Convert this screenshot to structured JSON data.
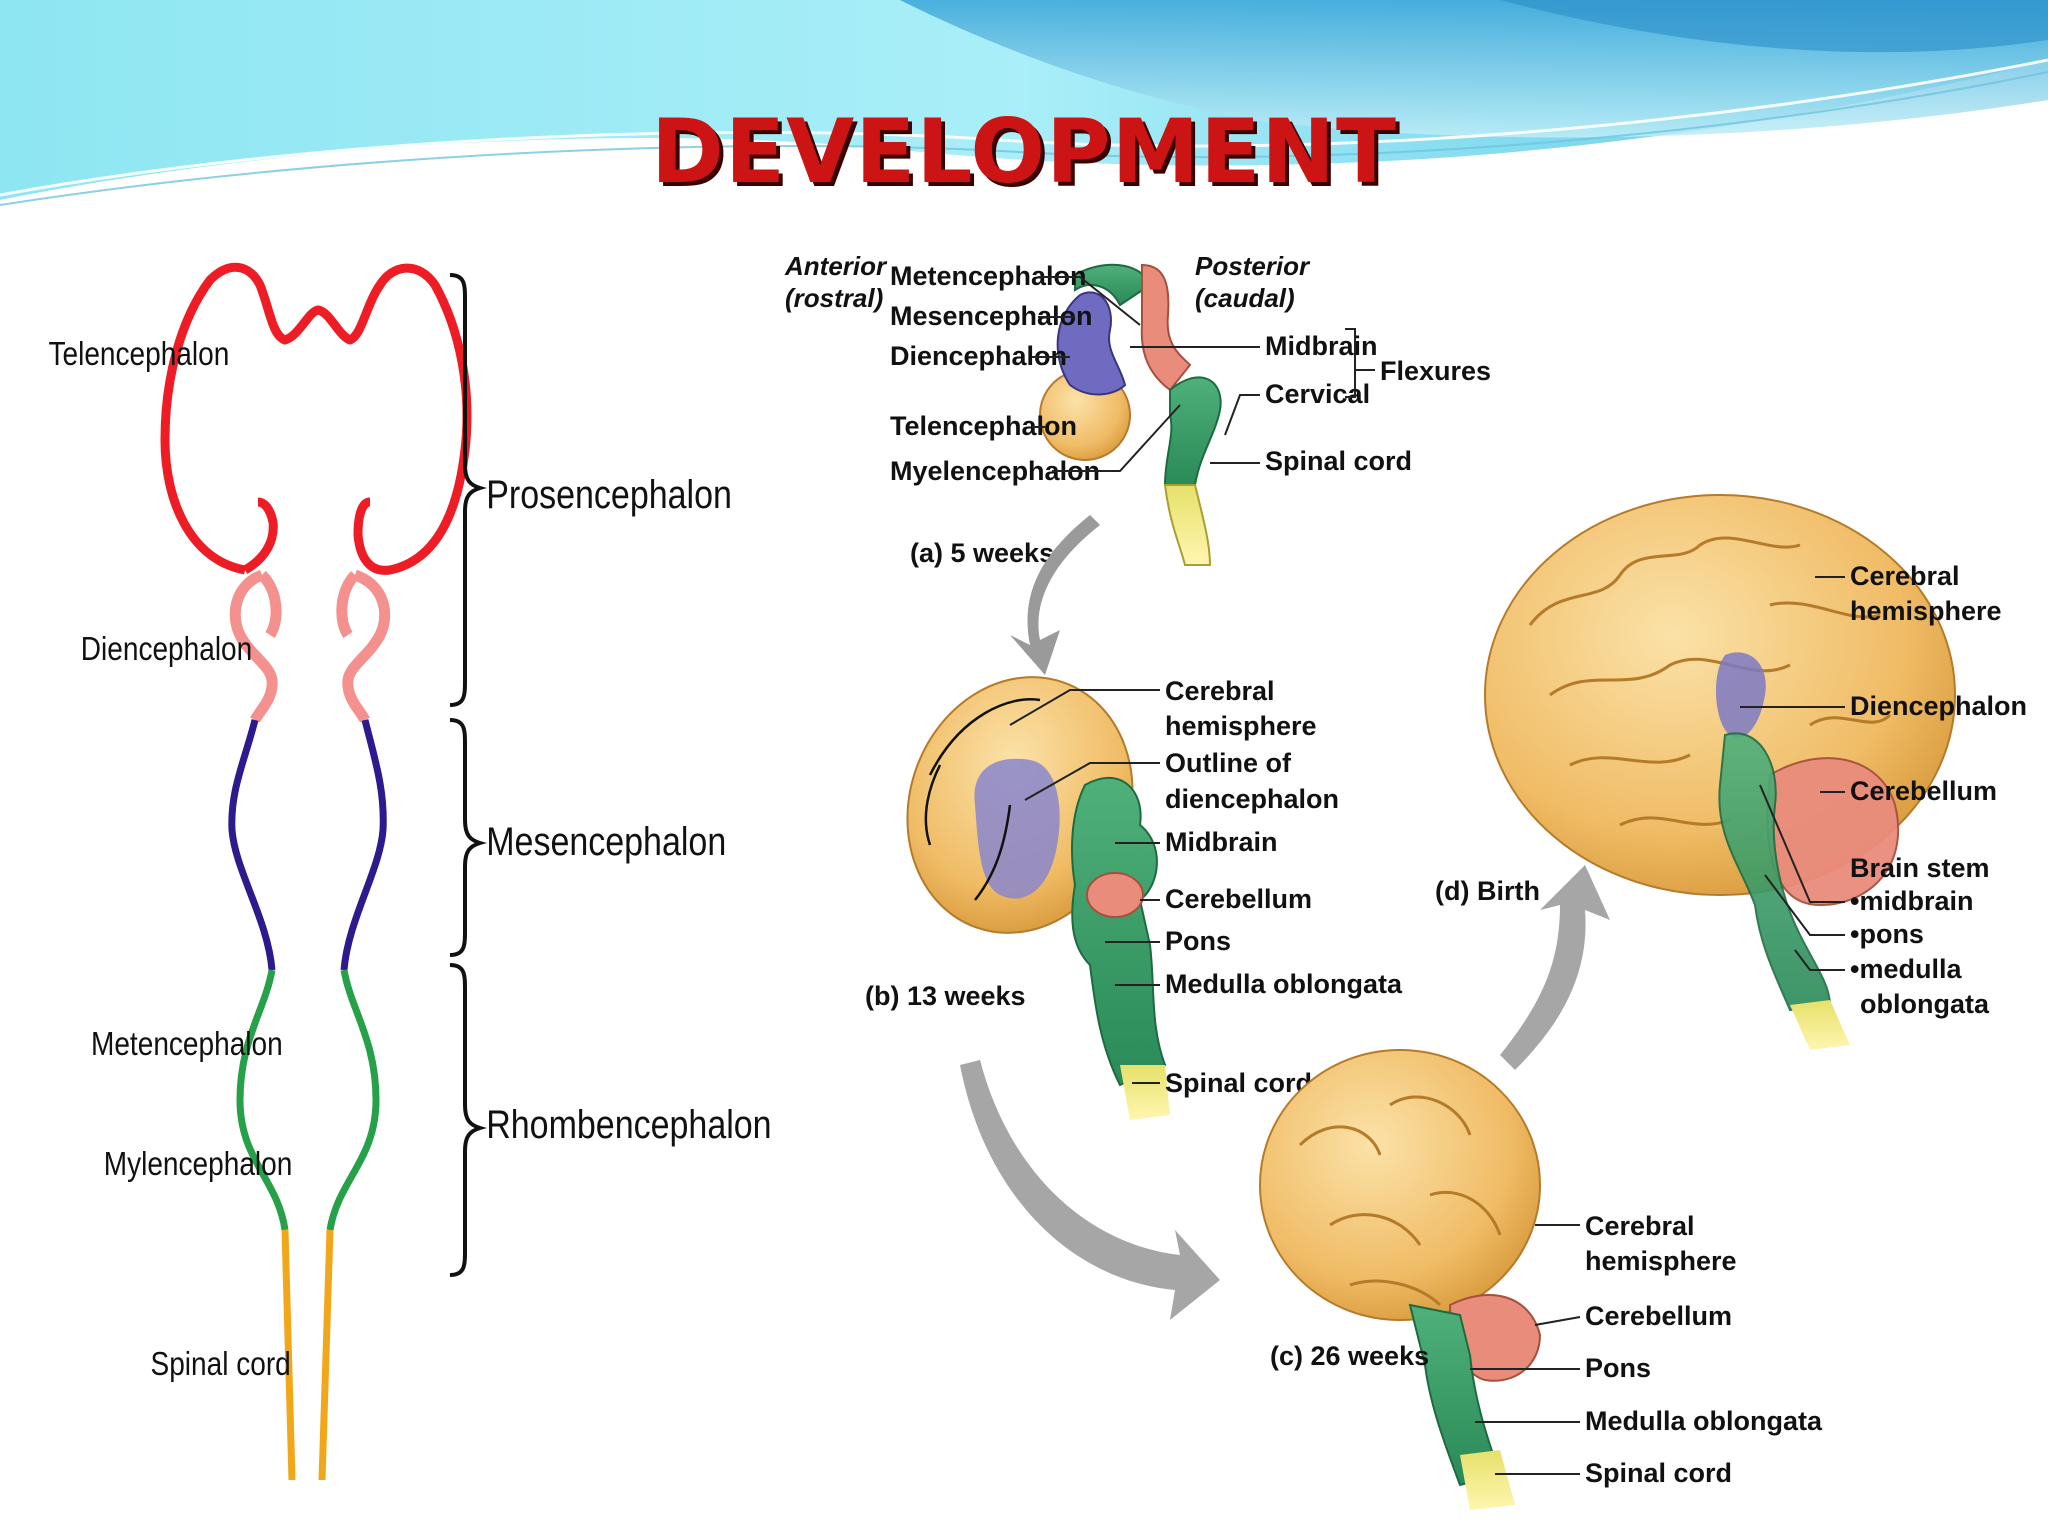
{
  "title": "DEVELOPMENT",
  "colors": {
    "title": "#cc1414",
    "telencephalon": "#ee1c24",
    "diencephalon": "#f4908e",
    "mesencephalon": "#2e1a8c",
    "rhombencephalon": "#27a04a",
    "spinal_cord": "#f2a71b"
  },
  "left_diagram": {
    "labels": {
      "telencephalon": "Telencephalon",
      "diencephalon": "Diencephalon",
      "metencephalon": "Metencephalon",
      "mylencephalon": "Mylencephalon",
      "spinal_cord": "Spinal cord"
    },
    "brace_labels": {
      "prosencephalon": "Prosencephalon",
      "mesencephalon": "Mesencephalon",
      "rhombencephalon": "Rhombencephalon"
    }
  },
  "right_diagram": {
    "a": {
      "caption": "(a) 5 weeks",
      "anterior": "Anterior",
      "rostral": "(rostral)",
      "posterior": "Posterior",
      "caudal": "(caudal)",
      "left_labels": [
        "Metencephalon",
        "Mesencephalon",
        "Diencephalon",
        "Telencephalon",
        "Myelencephalon"
      ],
      "right_labels": [
        "Midbrain",
        "Cervical",
        "Spinal cord"
      ],
      "flexures": "Flexures"
    },
    "b": {
      "caption": "(b) 13 weeks",
      "labels": [
        "Cerebral",
        "hemisphere",
        "Outline of",
        "diencephalon",
        "Midbrain",
        "Cerebellum",
        "Pons",
        "Medulla oblongata",
        "Spinal cord"
      ]
    },
    "c": {
      "caption": "(c) 26 weeks",
      "labels": [
        "Cerebral",
        "hemisphere",
        "Cerebellum",
        "Pons",
        "Medulla oblongata",
        "Spinal cord"
      ]
    },
    "d": {
      "caption": "(d) Birth",
      "labels": [
        "Cerebral",
        "hemisphere",
        "Diencephalon",
        "Cerebellum",
        "Brain stem",
        "•midbrain",
        "•pons",
        "•medulla",
        "oblongata"
      ]
    }
  }
}
